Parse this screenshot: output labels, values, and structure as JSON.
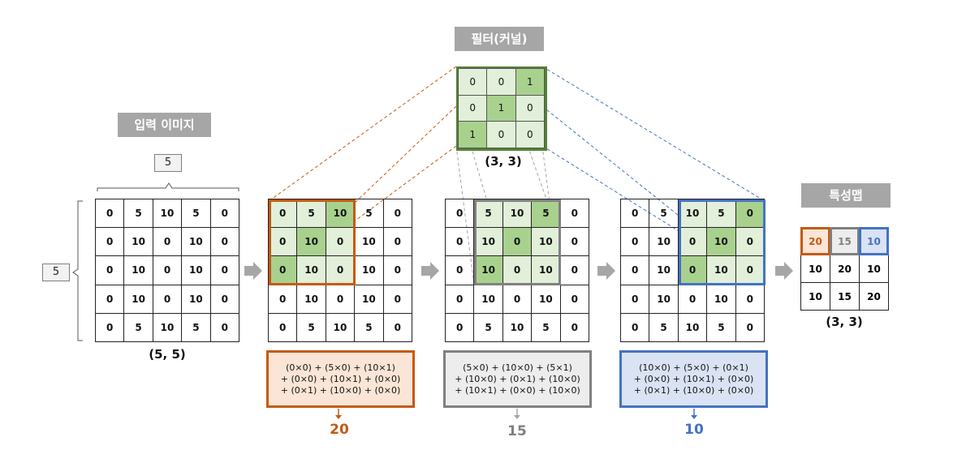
{
  "labels": {
    "filter_title": "필터(커널)",
    "input_title": "입력 이미지",
    "feature_title": "특성맵",
    "input_width": "5",
    "input_height": "5",
    "input_shape": "(5, 5)",
    "filter_shape": "(3, 3)",
    "feature_shape": "(3, 3)"
  },
  "input_matrix": [
    [
      "0",
      "5",
      "10",
      "5",
      "0"
    ],
    [
      "0",
      "10",
      "0",
      "10",
      "0"
    ],
    [
      "0",
      "10",
      "0",
      "10",
      "0"
    ],
    [
      "0",
      "10",
      "0",
      "10",
      "0"
    ],
    [
      "0",
      "5",
      "10",
      "5",
      "0"
    ]
  ],
  "filter_matrix": [
    [
      "0",
      "0",
      "1"
    ],
    [
      "0",
      "1",
      "0"
    ],
    [
      "1",
      "0",
      "0"
    ]
  ],
  "feature_map": [
    [
      "20",
      "15",
      "10"
    ],
    [
      "10",
      "20",
      "10"
    ],
    [
      "10",
      "15",
      "20"
    ]
  ],
  "steps": [
    {
      "formula": [
        "(0×0) + (5×0) + (10×1)",
        "+ (0×0) + (10×1) + (0×0)",
        "+ (0×1) + (10×0) + (0×0)"
      ],
      "result": "20",
      "color": "#c55a11",
      "fill": "#fbe5d6"
    },
    {
      "formula": [
        "(5×0) + (10×0) + (5×1)",
        "+ (10×0) + (0×1) + (10×0)",
        "+ (10×1) + (0×0) + (10×0)"
      ],
      "result": "15",
      "color": "#808080",
      "fill": "#ededed"
    },
    {
      "formula": [
        "(10×0) + (5×0) + (0×1)",
        "+ (0×0) + (10×1) + (0×0)",
        "+ (0×1) + (10×0) + (0×0)"
      ],
      "result": "10",
      "color": "#4472c4",
      "fill": "#dae3f3"
    }
  ],
  "colors": {
    "kernel_border": "#548235",
    "light_green": "#e2efd9",
    "dark_green": "#a9d18e",
    "tag_gray": "#a6a6a6",
    "arrow_gray": "#a6a6a6"
  }
}
